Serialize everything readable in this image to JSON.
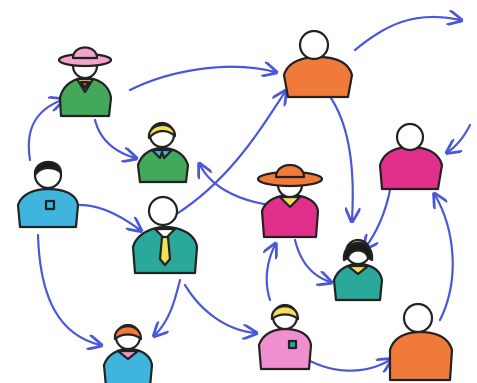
{
  "scene": {
    "description_free": true,
    "colors": {
      "arrow": "#4a57d8",
      "green": "#43a85a",
      "cyan": "#3fb4dc",
      "teal": "#2aa89a",
      "orange": "#f07a3a",
      "magenta": "#e0308a",
      "pink": "#f08fcf",
      "yellow": "#f3e05a",
      "hat_pink": "#f2a5c8",
      "hat_orange": "#f07a3a"
    },
    "people": [
      {
        "id": "hat-man-green",
        "icon": "person-with-hat"
      },
      {
        "id": "blonde-green",
        "icon": "person"
      },
      {
        "id": "dark-hair-cyan",
        "icon": "person"
      },
      {
        "id": "tie-teal",
        "icon": "person-with-tie"
      },
      {
        "id": "orange-top",
        "icon": "person"
      },
      {
        "id": "cowboy-magenta",
        "icon": "person-with-hat"
      },
      {
        "id": "magenta-right",
        "icon": "person"
      },
      {
        "id": "dark-bob-teal",
        "icon": "person"
      },
      {
        "id": "orange-hair-cyan",
        "icon": "person"
      },
      {
        "id": "blonde-pink",
        "icon": "person"
      },
      {
        "id": "orange-bottom-right",
        "icon": "person"
      }
    ]
  }
}
